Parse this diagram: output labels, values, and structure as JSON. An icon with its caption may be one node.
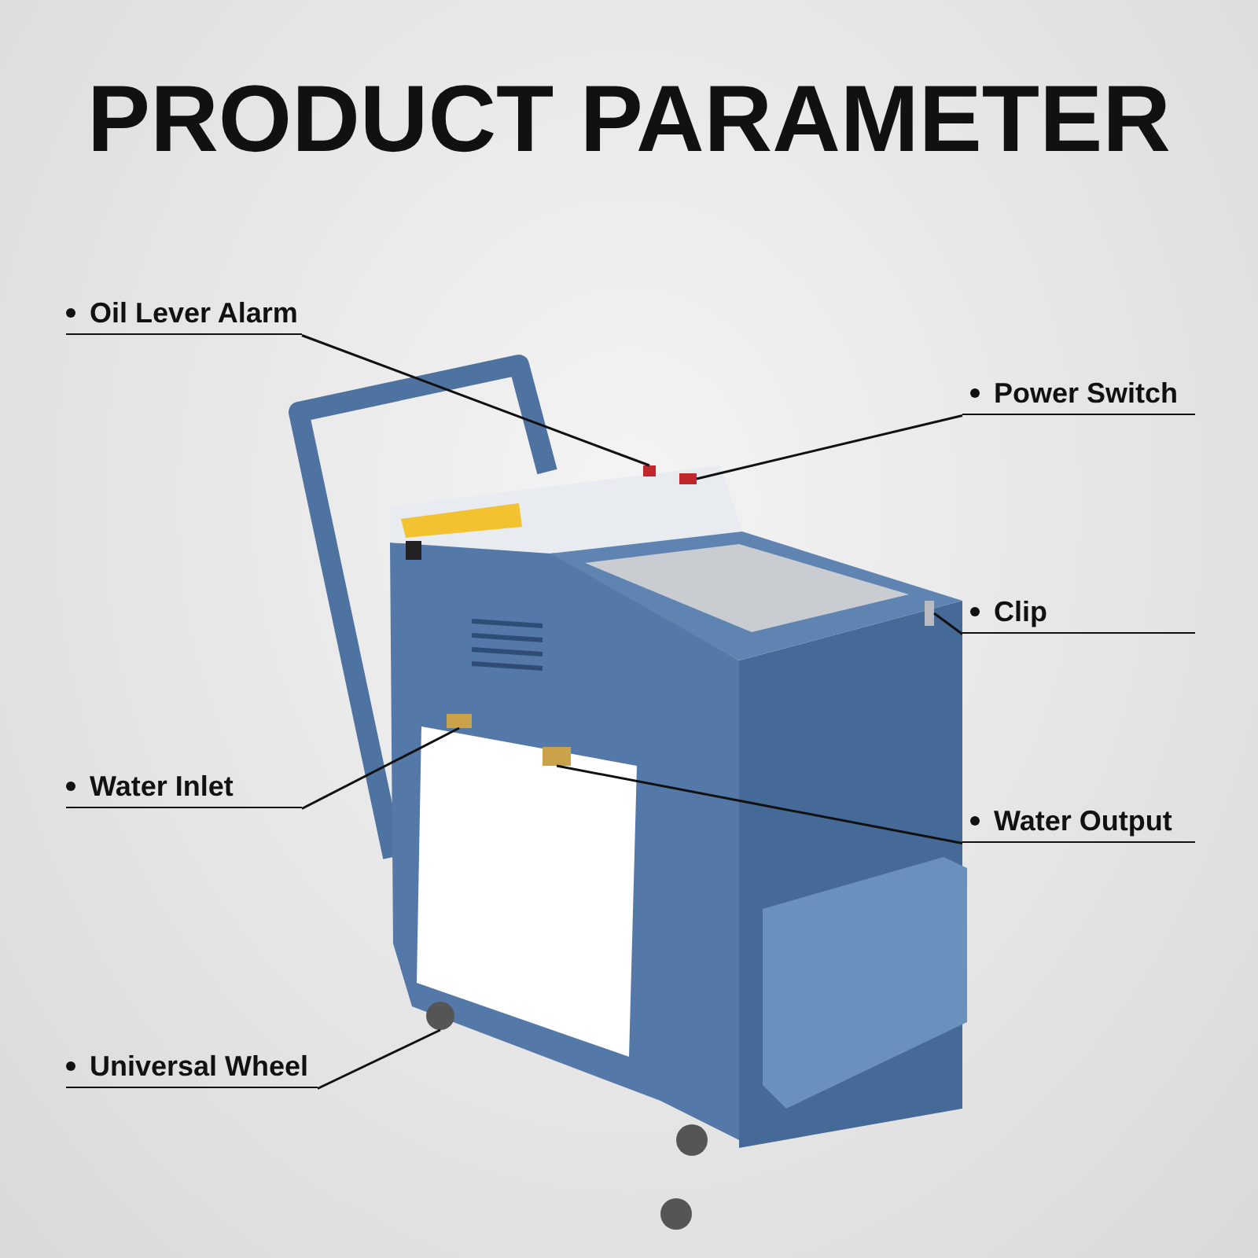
{
  "diagram": {
    "title": "PRODUCT PARAMETER",
    "nodes": [
      {
        "text": [
          "Oil Lever Alarm"
        ]
      },
      {
        "text": [
          "Power Switch"
        ]
      },
      {
        "text": [
          "Clip"
        ]
      },
      {
        "text": [
          "Water Inlet"
        ]
      },
      {
        "text": [
          "Water Output"
        ]
      },
      {
        "text": [
          "Universal Wheel"
        ]
      },
      {
        "text": [],
        "shape": "box"
      },
      {
        "text": [],
        "shape": "box"
      },
      {
        "text": [],
        "shape": "box"
      },
      {
        "text": [],
        "shape": "box"
      },
      {
        "text": [],
        "shape": "box"
      },
      {
        "text": [],
        "shape": "circle"
      }
    ],
    "edges": [
      {
        "from": 0,
        "to": 6,
        "arrow": "none"
      },
      {
        "from": 1,
        "to": 7,
        "arrow": "none"
      },
      {
        "from": 2,
        "to": 8,
        "arrow": "none"
      },
      {
        "from": 3,
        "to": 9,
        "arrow": "none"
      },
      {
        "from": 4,
        "to": 10,
        "arrow": "none"
      },
      {
        "from": 5,
        "to": 11,
        "arrow": "none"
      }
    ]
  }
}
